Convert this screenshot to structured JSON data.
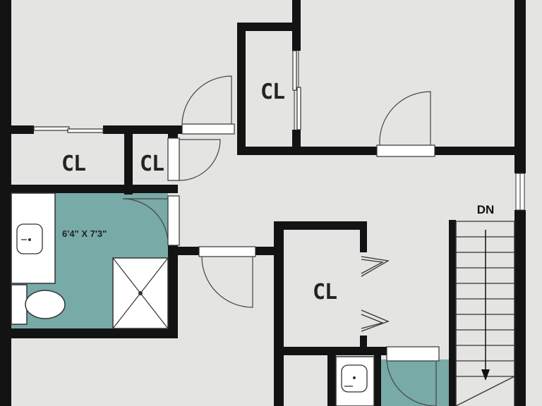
{
  "plan": {
    "colors": {
      "floor": "#e4e4e2",
      "wall": "#131313",
      "wet_room": "#78aaa7",
      "fixture": "#ffffff"
    },
    "rooms": {
      "closet_top_center": "CL",
      "closet_left_wide": "CL",
      "closet_left_small": "CL",
      "closet_center": "CL"
    },
    "bathroom": {
      "dimension": "6'4\" X 7'3\""
    },
    "stair": {
      "direction": "DN"
    }
  }
}
